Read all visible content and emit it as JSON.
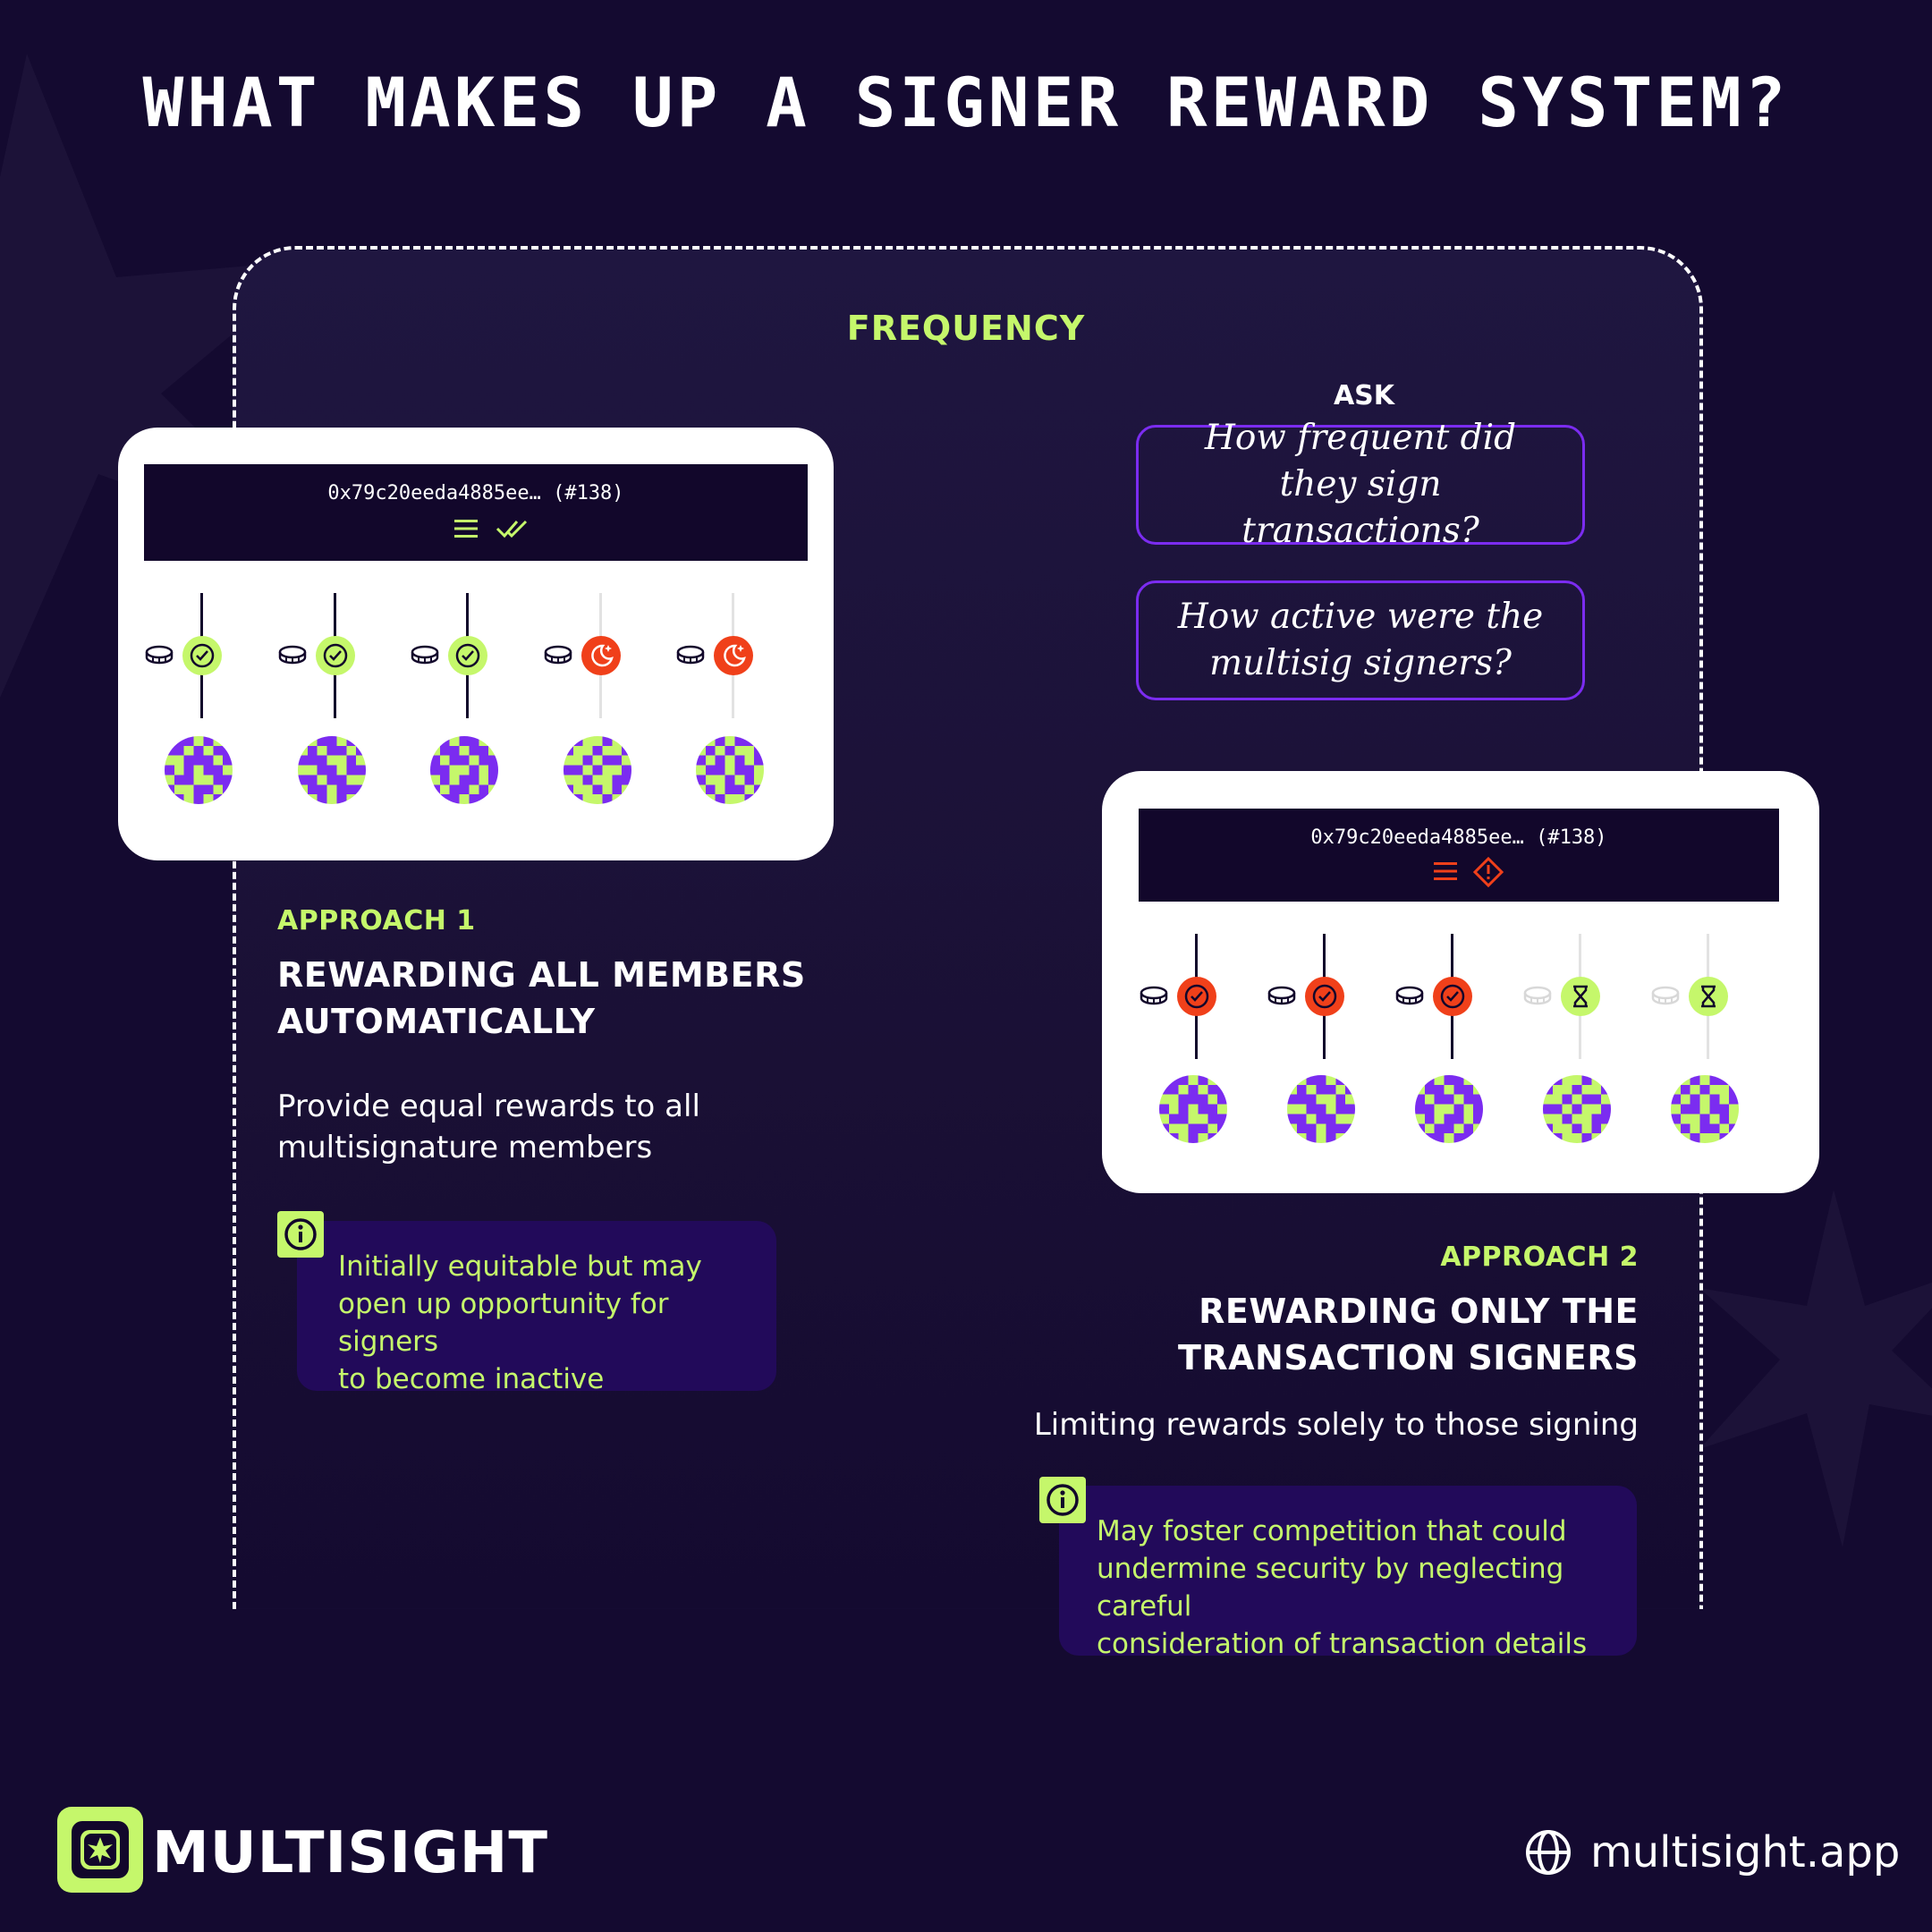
{
  "title": "WHAT MAKES UP A SIGNER REWARD SYSTEM?",
  "section": "FREQUENCY",
  "ask": {
    "label": "ASK",
    "questions": [
      "How frequent did they sign transactions?",
      "How active were the multisig signers?"
    ]
  },
  "card1": {
    "address": "0x79c20eeda4885ee… (#138)",
    "signers": [
      "signed",
      "signed",
      "signed",
      "inactive",
      "inactive"
    ]
  },
  "card2": {
    "address": "0x79c20eeda4885ee… (#138)",
    "signers": [
      "signed",
      "signed",
      "signed",
      "pending",
      "pending"
    ]
  },
  "approach1": {
    "label": "APPROACH 1",
    "heading_line1": "REWARDING ALL MEMBERS",
    "heading_line2": "AUTOMATICALLY",
    "desc_line1": "Provide equal rewards to all",
    "desc_line2": "multisignature members",
    "note_line1": "Initially equitable but may",
    "note_line2": "open up opportunity for signers",
    "note_line3": "to become inactive"
  },
  "approach2": {
    "label": "APPROACH 2",
    "heading_line1": "REWARDING ONLY THE",
    "heading_line2": "TRANSACTION SIGNERS",
    "desc": "Limiting rewards solely to those signing",
    "note_line1": "May foster competition that could",
    "note_line2": "undermine security by neglecting careful",
    "note_line3": "consideration of transaction details"
  },
  "footer": {
    "brand": "MULTISIGHT",
    "website": "multisight.app"
  },
  "colors": {
    "background": "#140a30",
    "accent_green": "#c5f76b",
    "accent_purple": "#7b2cf0",
    "alert_red": "#f0401a"
  }
}
